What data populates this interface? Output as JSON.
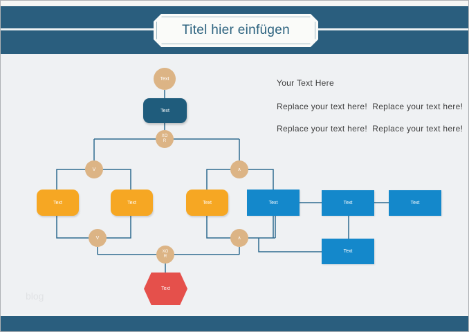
{
  "header": {
    "title": "Titel hier einfügen"
  },
  "annotation": {
    "heading": "Your Text Here",
    "line1": "Replace your text here!  Replace your text here!",
    "line2": "Replace your text here!  Replace your text here!"
  },
  "watermark": "blog",
  "colors": {
    "header_teal": "#2a5e7e",
    "canvas": "#eff1f3",
    "tan": "#dcb485",
    "dark_teal": "#1f5c7c",
    "orange": "#f6a723",
    "blue": "#1488cb",
    "red": "#e5504b",
    "connector": "#2e6a8f",
    "title_text": "#29607d"
  },
  "diagram": {
    "start": {
      "label": "Text"
    },
    "process": {
      "label": "Text"
    },
    "xor_top": {
      "label": "XOR"
    },
    "or_top": {
      "label": "V"
    },
    "and_top": {
      "label": "∧"
    },
    "orange1": {
      "label": "Text"
    },
    "orange2": {
      "label": "Text"
    },
    "orange3": {
      "label": "Text"
    },
    "blue1": {
      "label": "Text"
    },
    "blue2": {
      "label": "Text"
    },
    "blue3": {
      "label": "Text"
    },
    "blue4": {
      "label": "Text"
    },
    "or_bottom": {
      "label": "V"
    },
    "and_bottom": {
      "label": "∧"
    },
    "xor_bottom": {
      "label": "XOR"
    },
    "end": {
      "label": "Text"
    }
  }
}
